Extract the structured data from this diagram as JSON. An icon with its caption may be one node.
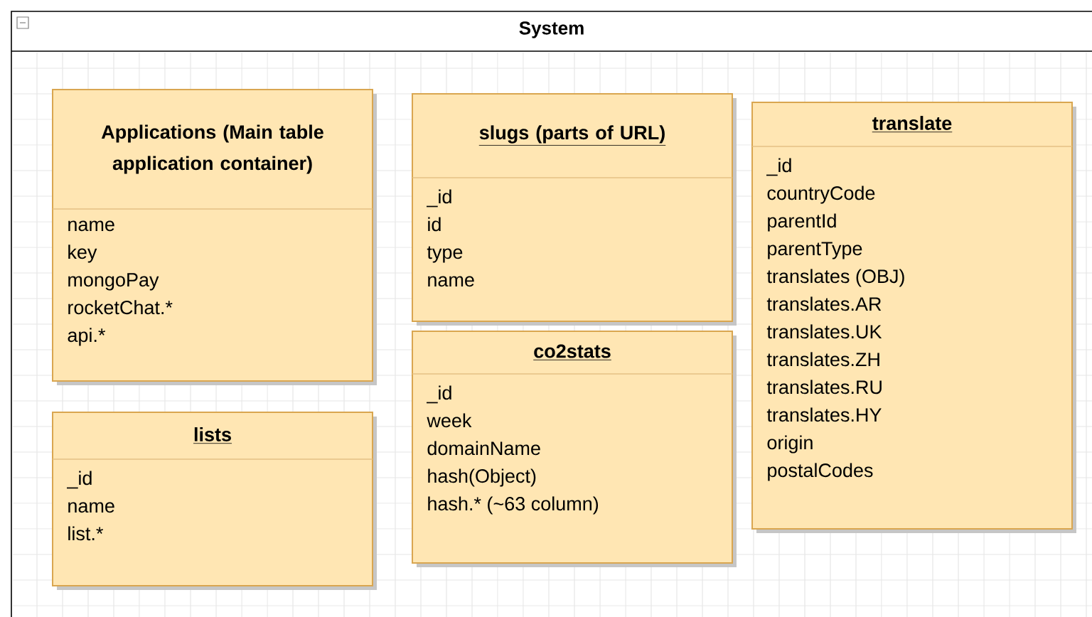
{
  "diagram": {
    "nodes": [
      {
        "text": [
          "System"
        ]
      },
      {
        "text": [
          "Applications (Main table application container)",
          "name",
          "key",
          "mongoPay",
          "rocketChat.*",
          "api.*"
        ],
        "in": 0
      },
      {
        "text": [
          "lists",
          "_id",
          "name",
          "list.*"
        ],
        "in": 0
      },
      {
        "text": [
          "slugs (parts of URL)",
          "_id",
          "id",
          "type",
          "name"
        ],
        "in": 0
      },
      {
        "text": [
          "co2stats",
          "_id",
          "week",
          "domainName",
          "hash(Object)",
          "hash.* (~63 column)"
        ],
        "in": 0
      },
      {
        "text": [
          "translate",
          "_id",
          "countryCode",
          "parentId",
          "parentType",
          "translates (OBJ)",
          "translates.AR",
          "translates.UK",
          "translates.ZH",
          "translates.RU",
          "translates.HY",
          "origin",
          "postalCodes"
        ],
        "in": 0
      }
    ],
    "edges": []
  }
}
